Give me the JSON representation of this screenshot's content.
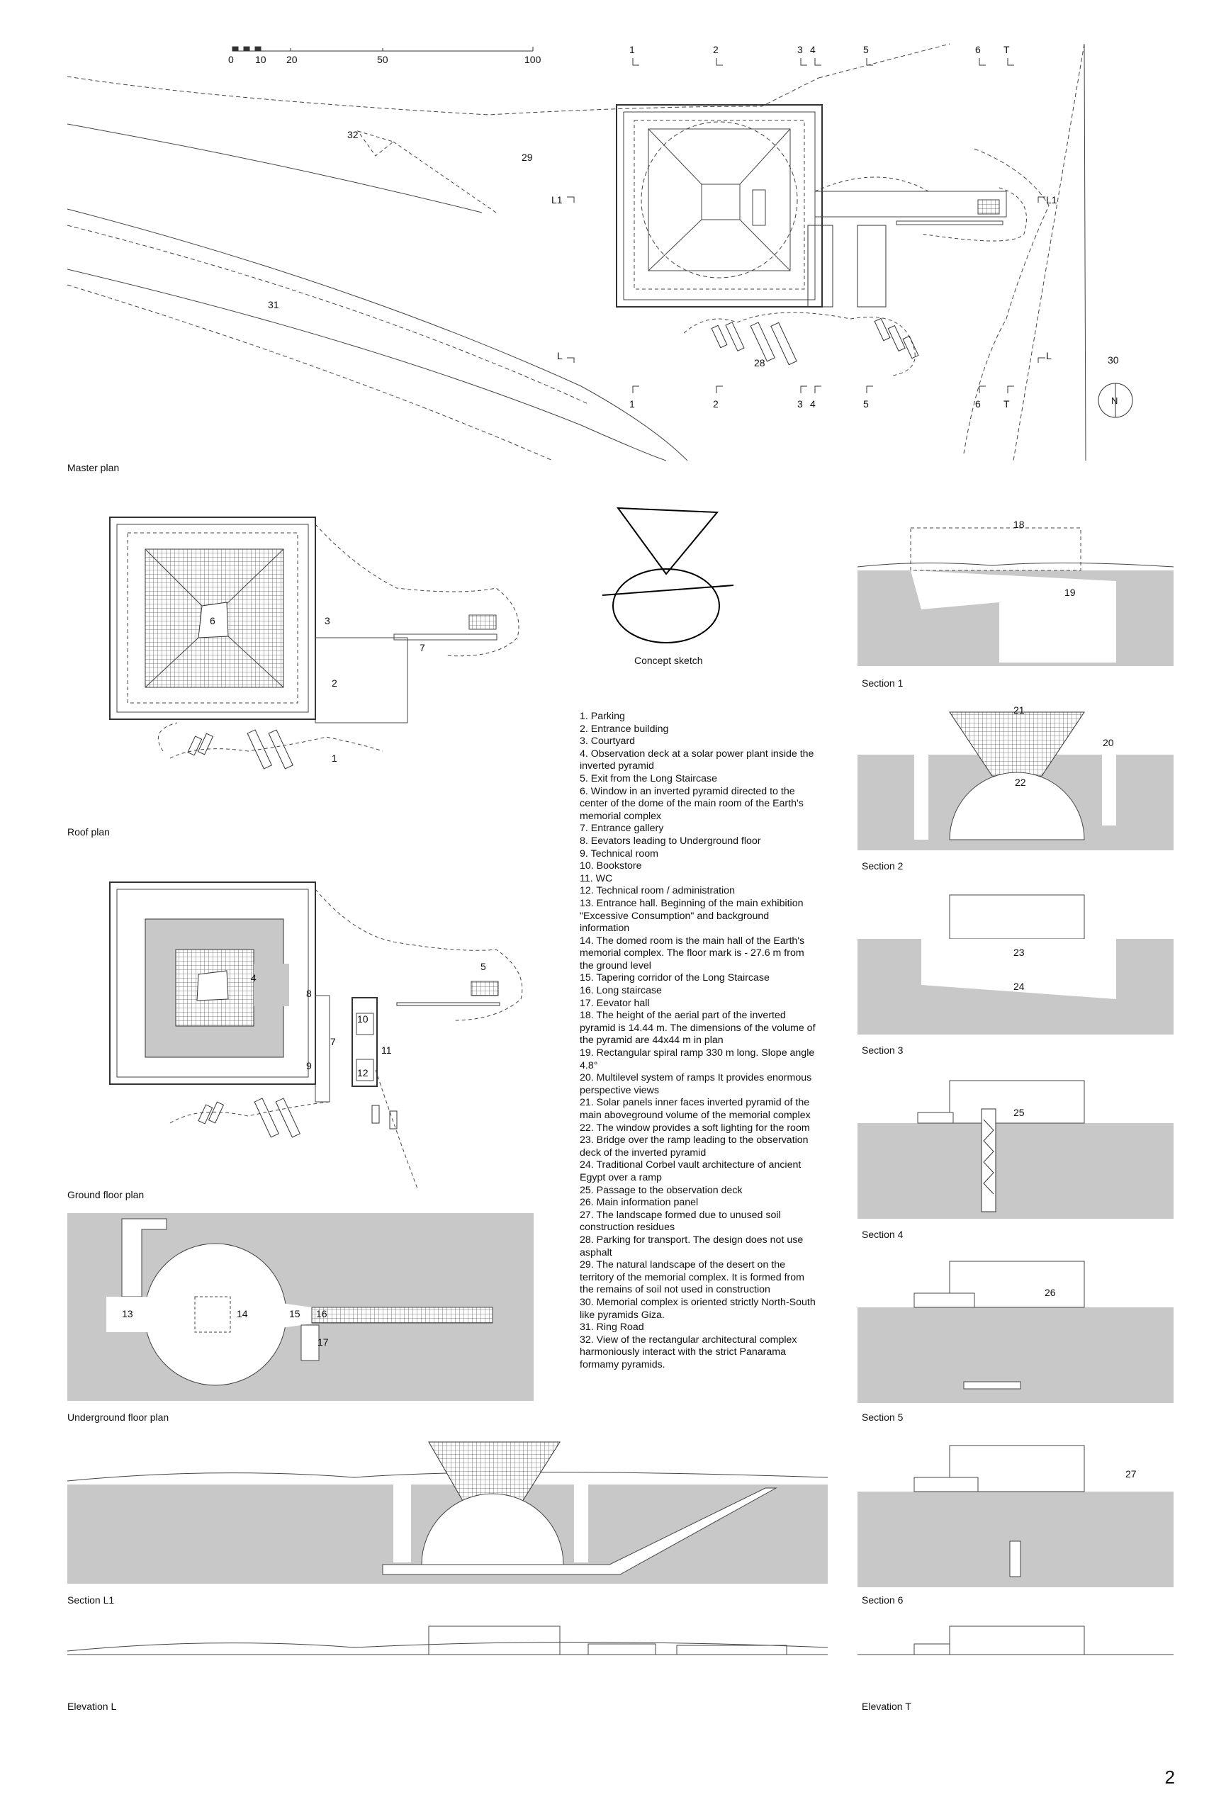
{
  "captions": {
    "master_plan": "Master plan",
    "roof_plan": "Roof plan",
    "ground_floor_plan": "Ground floor plan",
    "underground_floor_plan": "Underground floor plan",
    "section_l1": "Section L1",
    "elevation_l": "Elevation L",
    "concept_sketch": "Concept sketch",
    "section_1": "Section 1",
    "section_2": "Section 2",
    "section_3": "Section 3",
    "section_4": "Section 4",
    "section_5": "Section 5",
    "section_6": "Section 6",
    "elevation_t": "Elevation T"
  },
  "scale_bar": {
    "t0": "0",
    "t10": "10",
    "t20": "20",
    "t50": "50",
    "t100": "100"
  },
  "section_marks": {
    "s1": "1",
    "s2": "2",
    "s3": "3",
    "s4": "4",
    "s5": "5",
    "s6": "6",
    "t": "T",
    "l1": "L1",
    "l": "L"
  },
  "north": "N",
  "labels": {
    "n1": "1",
    "n2": "2",
    "n3": "3",
    "n4": "4",
    "n5": "5",
    "n6": "6",
    "n7": "7",
    "n8": "8",
    "n9": "9",
    "n10": "10",
    "n11": "11",
    "n12": "12",
    "n13": "13",
    "n14": "14",
    "n15": "15",
    "n16": "16",
    "n17": "17",
    "n18": "18",
    "n19": "19",
    "n20": "20",
    "n21": "21",
    "n22": "22",
    "n23": "23",
    "n24": "24",
    "n25": "25",
    "n26": "26",
    "n27": "27",
    "n28": "28",
    "n29": "29",
    "n30": "30",
    "n31": "31",
    "n32": "32"
  },
  "legend": [
    "1. Parking",
    "2. Entrance building",
    "3. Courtyard",
    "4. Observation deck at a solar power plant inside the inverted pyramid",
    "5. Exit from the Long Staircase",
    "6. Window in an inverted pyramid directed to the center of the dome of the main room of the Earth's memorial complex",
    "7. Entrance gallery",
    "8. Eevators leading to Underground floor",
    "9. Technical room",
    "10. Bookstore",
    "11. WC",
    "12. Technical room / administration",
    "13. Entrance hall. Beginning of the main exhibition \"Excessive Consumption\" and background information",
    "14. The domed room is the main hall of the Earth's memorial complex. The floor mark is - 27.6 m from the ground level",
    "15. Tapering corridor of the Long Staircase",
    "16. Long staircase",
    "17. Eevator hall",
    "18. The height of the aerial part of the inverted pyramid is 14.44 m. The dimensions of the volume of the pyramid are 44x44 m in plan",
    "19. Rectangular spiral ramp 330 m long. Slope angle 4.8°",
    "20. Multilevel system of ramps It provides enormous perspective views",
    "21. Solar panels inner faces inverted pyramid of the main aboveground volume of the memorial complex",
    "22. The window provides a soft lighting for the room",
    "23. Bridge over the ramp leading to the observation deck of the inverted pyramid",
    "24. Traditional Corbel vault architecture of ancient Egypt over a ramp",
    "25. Passage to the observation deck",
    "26. Main information panel",
    "27. The landscape formed due to unused soil construction residues",
    "28. Parking for transport. The design does not use asphalt",
    "29. The natural landscape of the desert on the territory of the memorial complex. It is formed from the remains of soil not used in construction",
    "30. Memorial complex is oriented strictly North-South like pyramids Giza.",
    "31. Ring Road",
    "32. View of the rectangular architectural complex harmoniously interact with the strict Panarama formamy pyramids."
  ],
  "page_number": "2"
}
